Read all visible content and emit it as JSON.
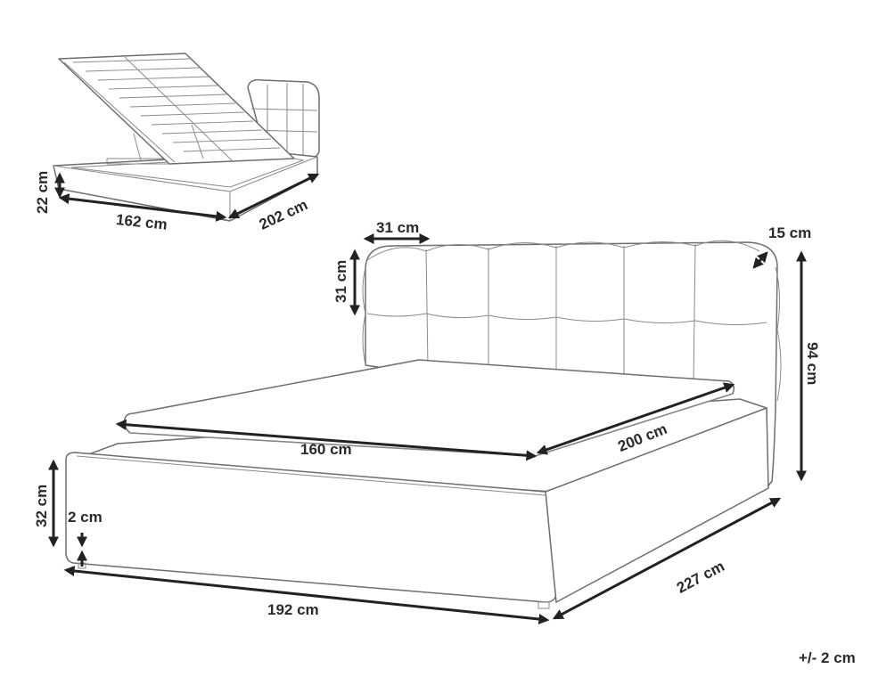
{
  "small_bed": {
    "height_label": "22 cm",
    "width_label": "162 cm",
    "length_label": "202 cm"
  },
  "main_bed": {
    "headboard_cushion_width_label": "31 cm",
    "headboard_cushion_height_label": "31 cm",
    "headboard_thickness_label": "15 cm",
    "total_height_label": "94 cm",
    "mattress_width_label": "160 cm",
    "mattress_length_label": "200 cm",
    "frame_height_label": "32 cm",
    "leg_height_label": "2 cm",
    "outer_width_label": "192 cm",
    "outer_length_label": "227 cm"
  },
  "tolerance_note": "+/- 2 cm"
}
